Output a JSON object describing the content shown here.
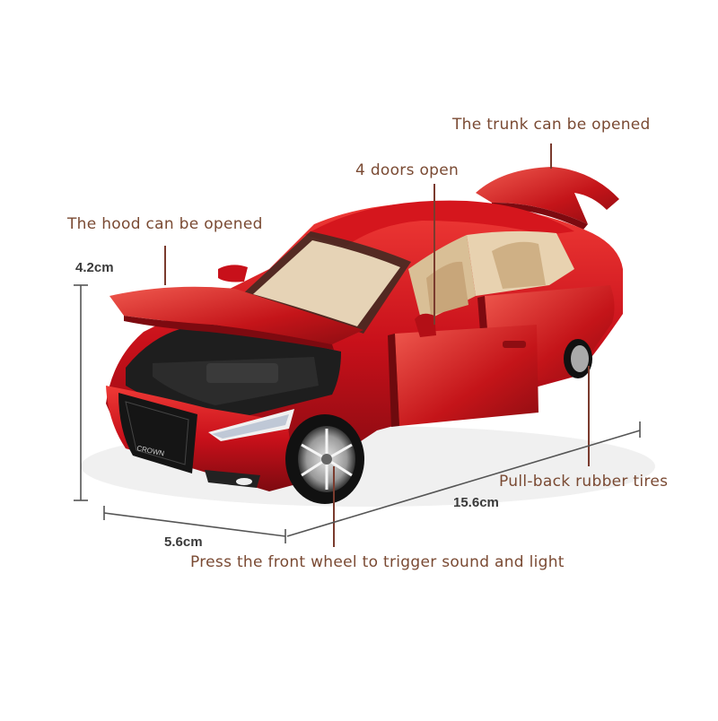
{
  "callouts": {
    "trunk": "The trunk can be opened",
    "doors": "4 doors open",
    "hood": "The hood can be opened",
    "tires": "Pull-back rubber tires",
    "front_wheel": "Press the front wheel to trigger sound and light"
  },
  "dimensions": {
    "height": "4.2cm",
    "width": "5.6cm",
    "length": "15.6cm"
  },
  "badge_text": "CROWN",
  "colors": {
    "label_text": "#7a4a33",
    "leader_line": "#7a3b2e",
    "dimension_line": "#555555",
    "car_body": "#c8101a",
    "interior": "#e8d2b0"
  }
}
